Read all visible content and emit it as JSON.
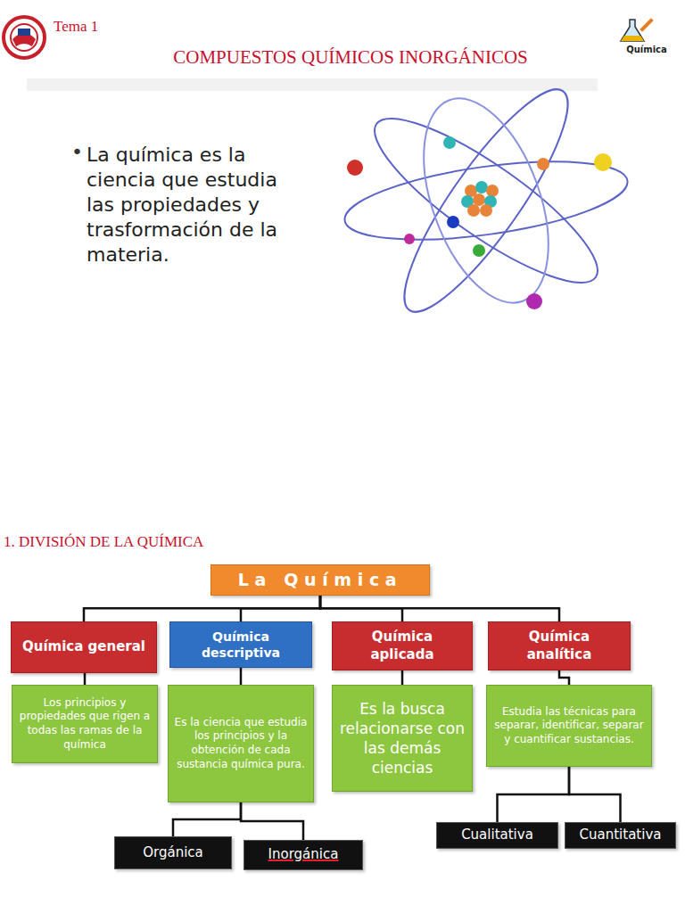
{
  "diagram": {
    "title": "COMPUESTOS QUÍMICOS INORGÁNICOS",
    "nodes": [
      {
        "text": [
          "La Química"
        ]
      },
      {
        "text": [
          "Química general"
        ]
      },
      {
        "text": [
          "Química descriptiva"
        ]
      },
      {
        "text": [
          "Química aplicada"
        ]
      },
      {
        "text": [
          "Química analítica"
        ]
      },
      {
        "text": [
          "Los principios y propiedades que rigen a todas las ramas de la química"
        ]
      },
      {
        "text": [
          "Es la ciencia que estudia los principios y la obtención de cada sustancia química pura."
        ]
      },
      {
        "text": [
          "Es la busca relacionarse con las demás ciencias"
        ]
      },
      {
        "text": [
          "Estudia las técnicas para separar, identificar, separar y cuantificar sustancias."
        ]
      },
      {
        "text": [
          "Orgánica"
        ]
      },
      {
        "text": [
          "Inorgánica"
        ]
      },
      {
        "text": [
          "Cualitativa"
        ]
      },
      {
        "text": [
          "Cuantitativa"
        ]
      }
    ],
    "edges": [
      {
        "from": 0,
        "to": 1,
        "arrow": "none"
      },
      {
        "from": 0,
        "to": 2,
        "arrow": "none"
      },
      {
        "from": 0,
        "to": 3,
        "arrow": "none"
      },
      {
        "from": 0,
        "to": 4,
        "arrow": "none"
      },
      {
        "from": 1,
        "to": 5,
        "arrow": "none"
      },
      {
        "from": 2,
        "to": 6,
        "arrow": "none"
      },
      {
        "from": 3,
        "to": 7,
        "arrow": "none"
      },
      {
        "from": 4,
        "to": 8,
        "arrow": "none"
      },
      {
        "from": 6,
        "to": 9,
        "arrow": "none"
      },
      {
        "from": 6,
        "to": 10,
        "arrow": "none"
      },
      {
        "from": 8,
        "to": 11,
        "arrow": "none"
      },
      {
        "from": 8,
        "to": 12,
        "arrow": "none"
      }
    ],
    "labels": [
      "Tema 1",
      "Química",
      "•",
      "La química es la ciencia que estudia las propiedades y trasformación de la materia.",
      "1. DIVISIÓN DE LA QUÍMICA"
    ]
  }
}
